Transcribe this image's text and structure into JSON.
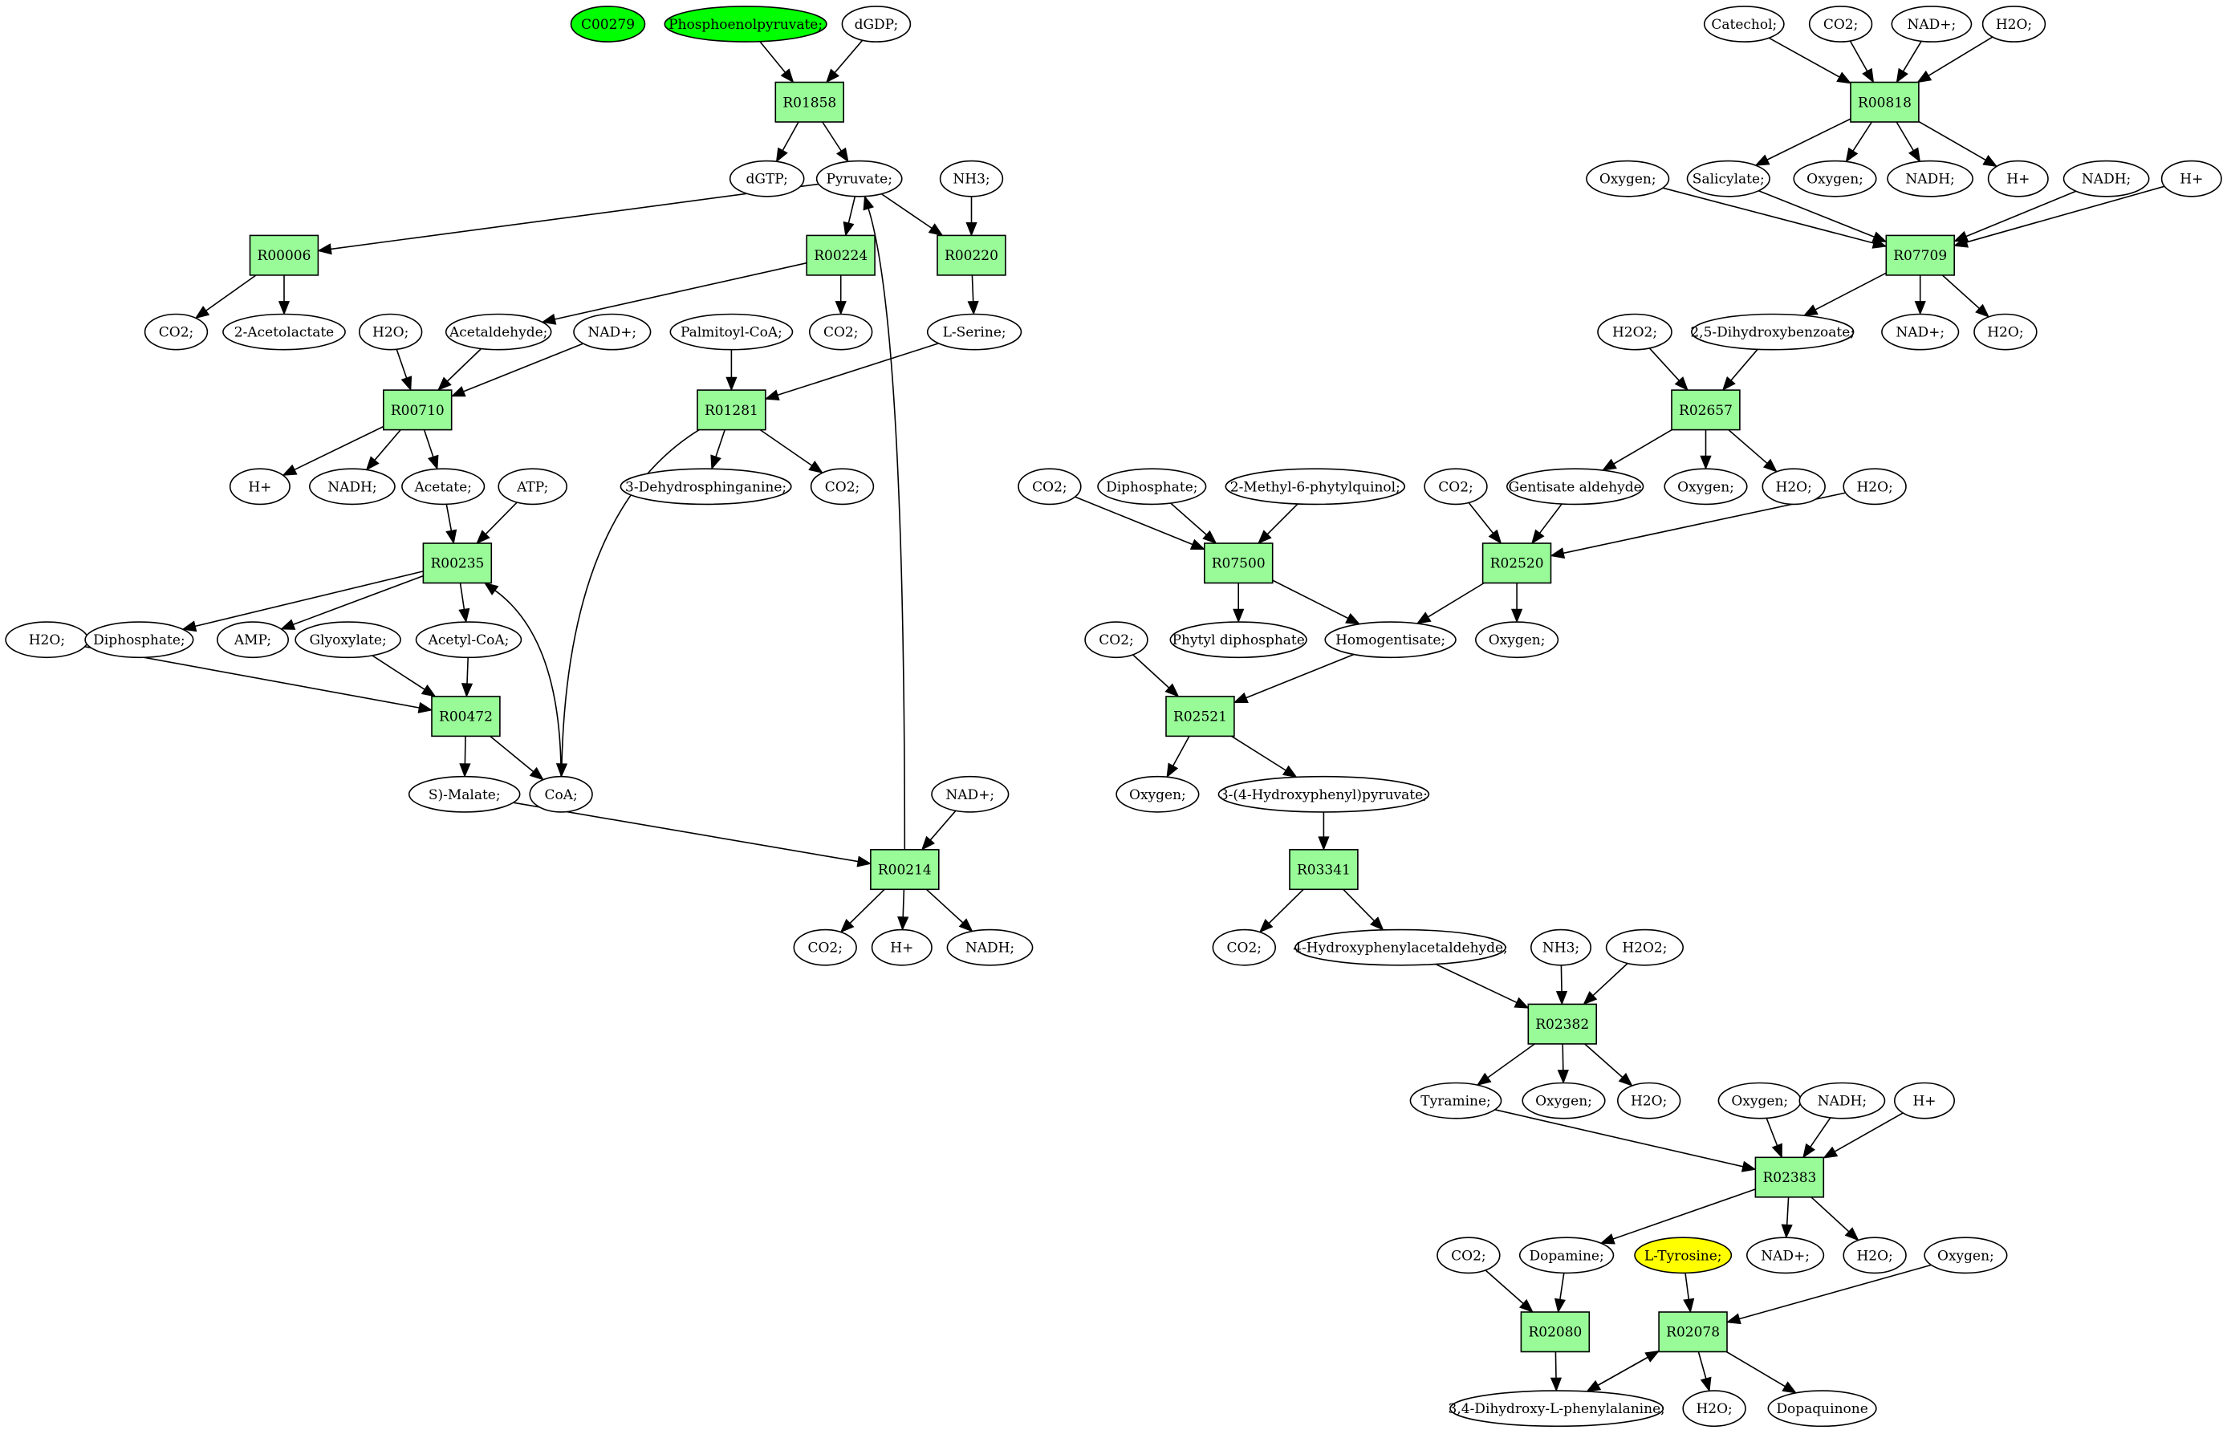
{
  "colors": {
    "reaction": "#98fb98",
    "compound": "#ffffff",
    "source_highlight": "#00ff00",
    "target_highlight": "#ffff00"
  },
  "reactions": [
    "R01858",
    "R00006",
    "R00224",
    "R00220",
    "R00710",
    "R01281",
    "R00235",
    "R00472",
    "R00214",
    "R00818",
    "R07709",
    "R02657",
    "R07500",
    "R02520",
    "R02521",
    "R03341",
    "R02382",
    "R02383",
    "R02080",
    "R02078"
  ],
  "compounds": [
    {
      "label": "C00279",
      "hl": "source"
    },
    {
      "label": "Phosphoenolpyruvate;",
      "hl": "source"
    },
    {
      "label": "dGDP;"
    },
    {
      "label": "dGTP;"
    },
    {
      "label": "Pyruvate;"
    },
    {
      "label": "NH3;"
    },
    {
      "label": "CO2;"
    },
    {
      "label": "2-Acetolactate"
    },
    {
      "label": "H2O;"
    },
    {
      "label": "Acetaldehyde;"
    },
    {
      "label": "NAD+;"
    },
    {
      "label": "Palmitoyl-CoA;"
    },
    {
      "label": "CO2;"
    },
    {
      "label": "L-Serine;"
    },
    {
      "label": "H+"
    },
    {
      "label": "NADH;"
    },
    {
      "label": "Acetate;"
    },
    {
      "label": "ATP;"
    },
    {
      "label": "3-Dehydrosphinganine;"
    },
    {
      "label": "CO2;"
    },
    {
      "label": "H2O;"
    },
    {
      "label": "Diphosphate;"
    },
    {
      "label": "AMP;"
    },
    {
      "label": "Glyoxylate;"
    },
    {
      "label": "Acetyl-CoA;"
    },
    {
      "label": "S)-Malate;"
    },
    {
      "label": "CoA;"
    },
    {
      "label": "NAD+;"
    },
    {
      "label": "CO2;"
    },
    {
      "label": "H+"
    },
    {
      "label": "NADH;"
    },
    {
      "label": "Catechol;"
    },
    {
      "label": "CO2;"
    },
    {
      "label": "NAD+;"
    },
    {
      "label": "H2O;"
    },
    {
      "label": "Oxygen;"
    },
    {
      "label": "Salicylate;"
    },
    {
      "label": "Oxygen;"
    },
    {
      "label": "NADH;"
    },
    {
      "label": "H+"
    },
    {
      "label": "NADH;"
    },
    {
      "label": "H+"
    },
    {
      "label": "H2O2;"
    },
    {
      "label": "2,5-Dihydroxybenzoate;"
    },
    {
      "label": "NAD+;"
    },
    {
      "label": "H2O;"
    },
    {
      "label": "CO2;"
    },
    {
      "label": "Diphosphate;"
    },
    {
      "label": "2-Methyl-6-phytylquinol;"
    },
    {
      "label": "CO2;"
    },
    {
      "label": "Gentisate aldehyde"
    },
    {
      "label": "Oxygen;"
    },
    {
      "label": "H2O;"
    },
    {
      "label": "H2O;"
    },
    {
      "label": "Phytyl diphosphate"
    },
    {
      "label": "Homogentisate;"
    },
    {
      "label": "Oxygen;"
    },
    {
      "label": "CO2;"
    },
    {
      "label": "Oxygen;"
    },
    {
      "label": "3-(4-Hydroxyphenyl)pyruvate;"
    },
    {
      "label": "CO2;"
    },
    {
      "label": "4-Hydroxyphenylacetaldehyde;"
    },
    {
      "label": "NH3;"
    },
    {
      "label": "H2O2;"
    },
    {
      "label": "Tyramine;"
    },
    {
      "label": "Oxygen;"
    },
    {
      "label": "H2O;"
    },
    {
      "label": "Oxygen;"
    },
    {
      "label": "NADH;"
    },
    {
      "label": "H+"
    },
    {
      "label": "CO2;"
    },
    {
      "label": "Dopamine;"
    },
    {
      "label": "L-Tyrosine;",
      "hl": "target"
    },
    {
      "label": "NAD+;"
    },
    {
      "label": "H2O;"
    },
    {
      "label": "Oxygen;"
    },
    {
      "label": "3,4-Dihydroxy-L-phenylalanine;"
    },
    {
      "label": "H2O;"
    },
    {
      "label": "Dopaquinone"
    }
  ]
}
